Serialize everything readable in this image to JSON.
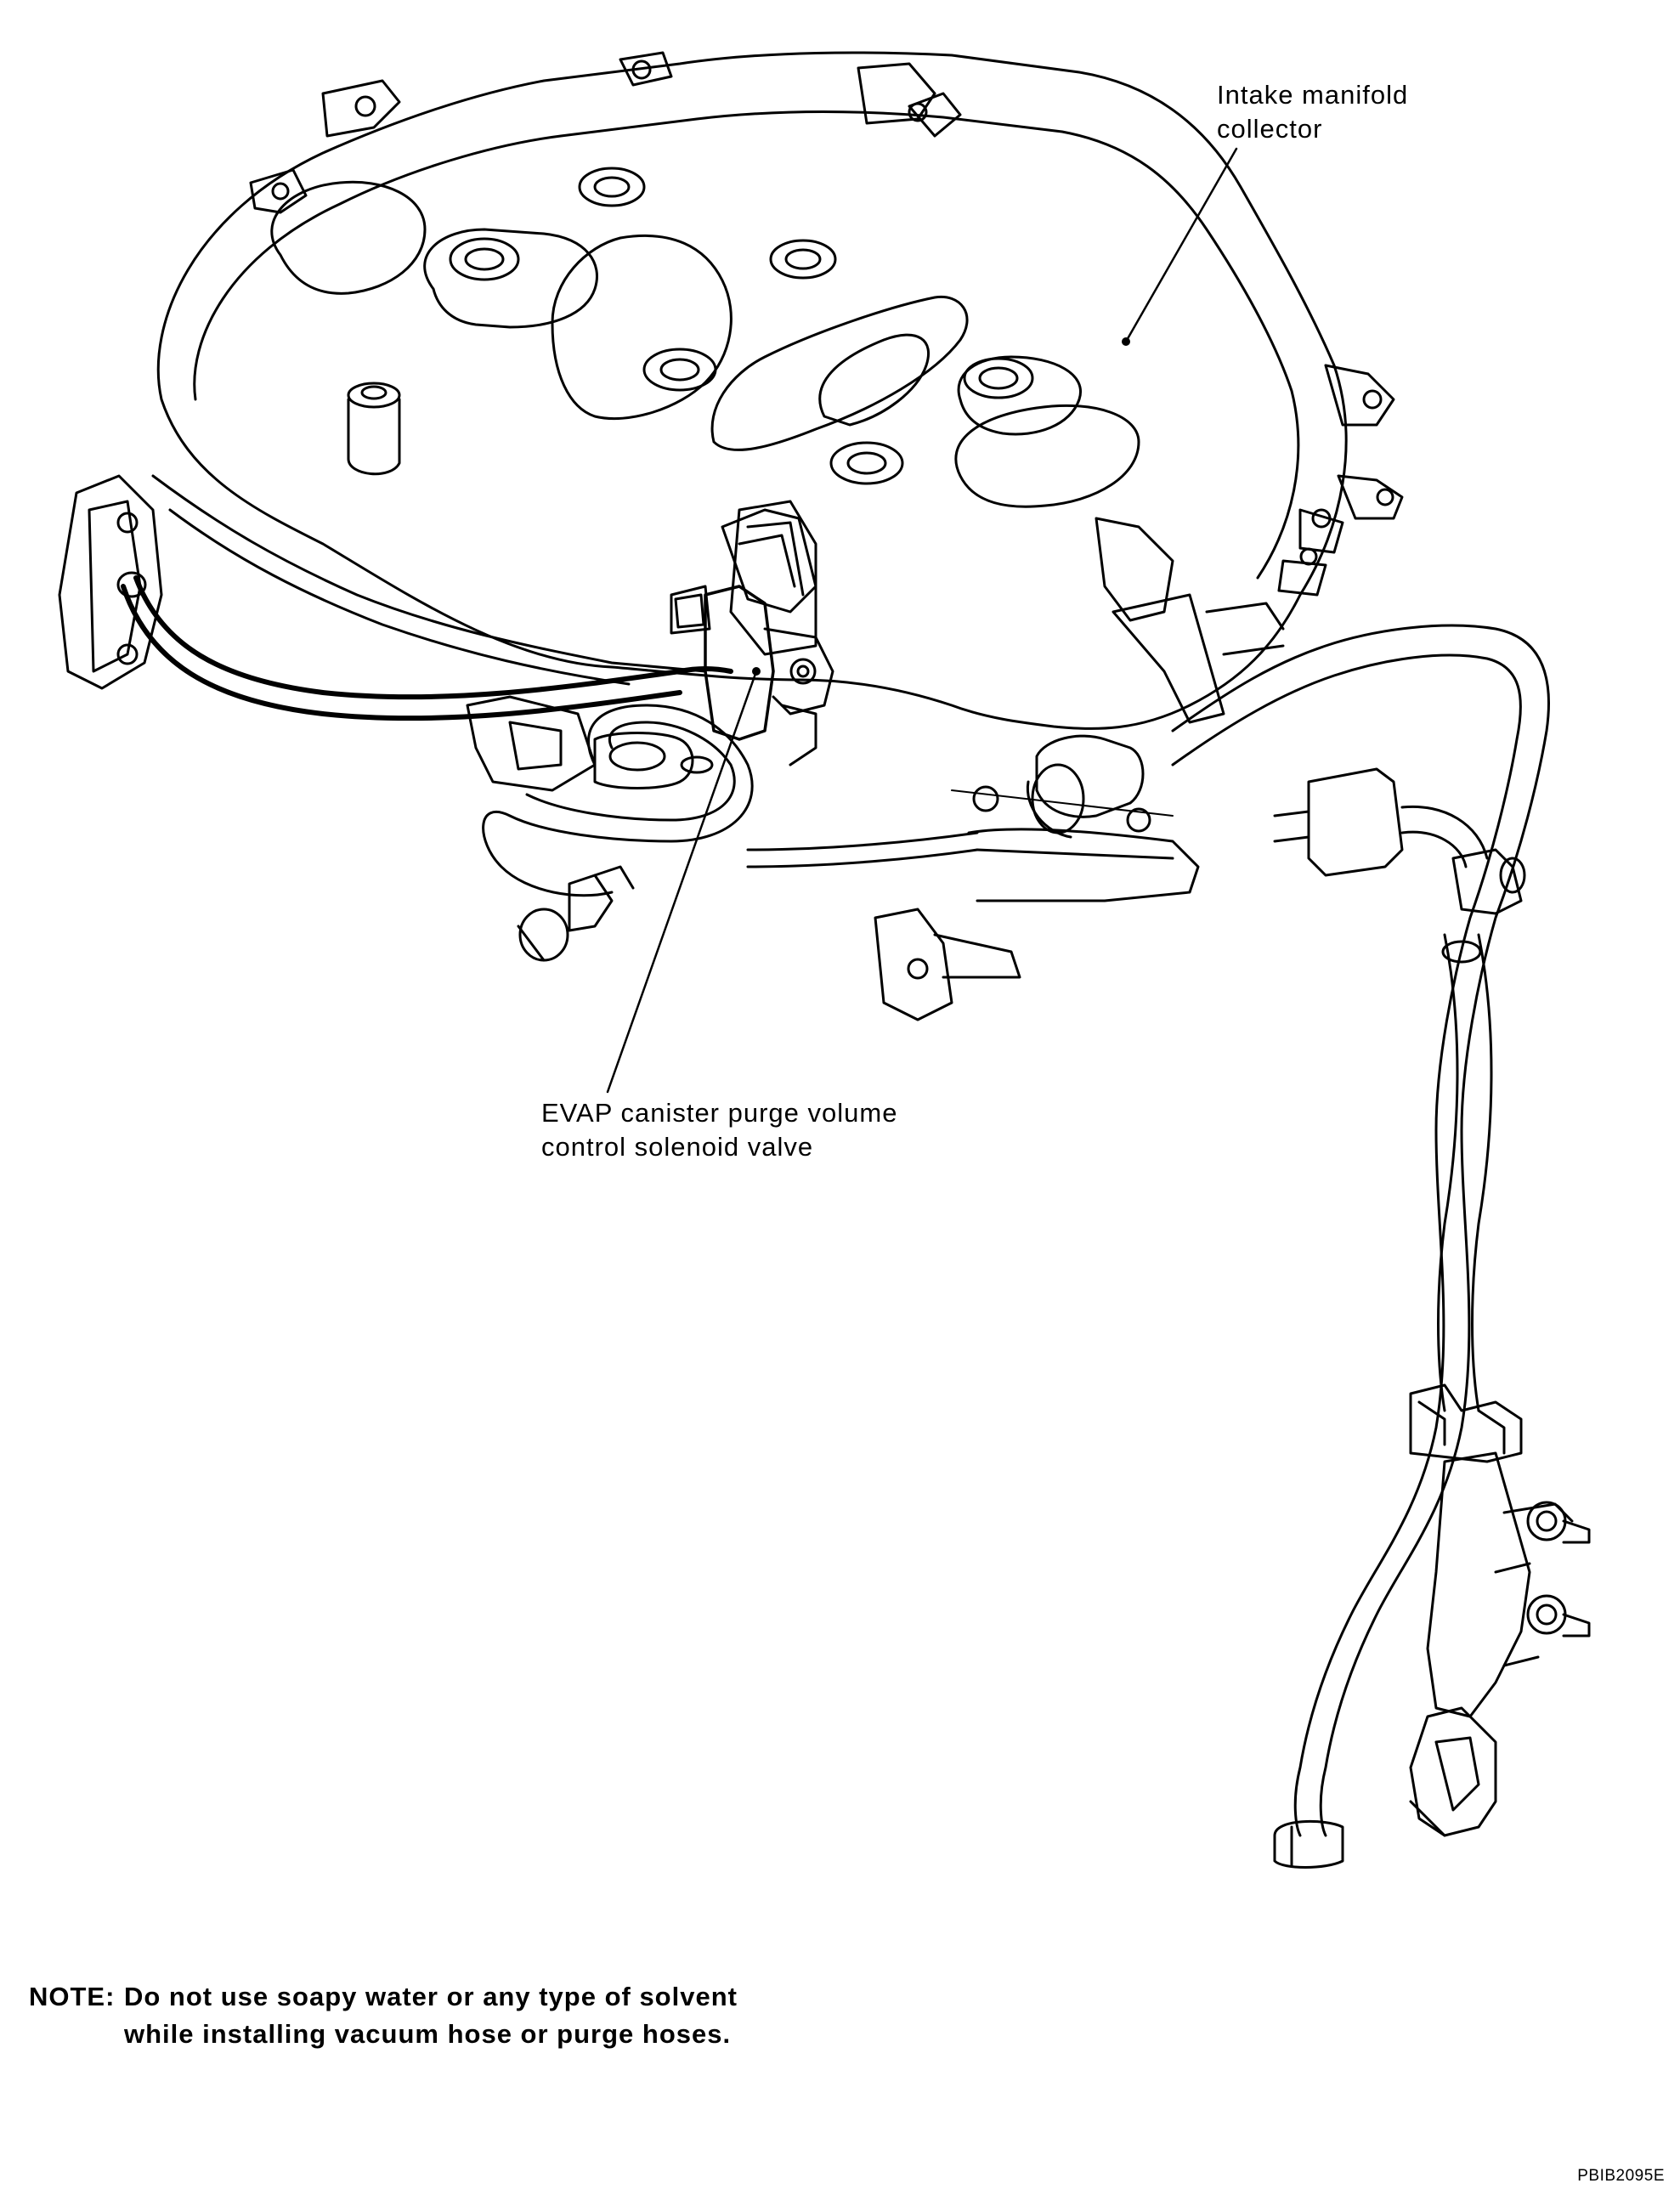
{
  "callouts": {
    "intake_manifold_collector": [
      "Intake manifold",
      "collector"
    ],
    "evap_purge_valve": [
      "EVAP canister purge volume",
      "control solenoid valve"
    ]
  },
  "note": {
    "prefix": "NOTE:",
    "line1": "Do not use soapy water or any type of solvent",
    "line2": "while installing vacuum hose or purge hoses."
  },
  "figure_code": "PBIB2095E"
}
